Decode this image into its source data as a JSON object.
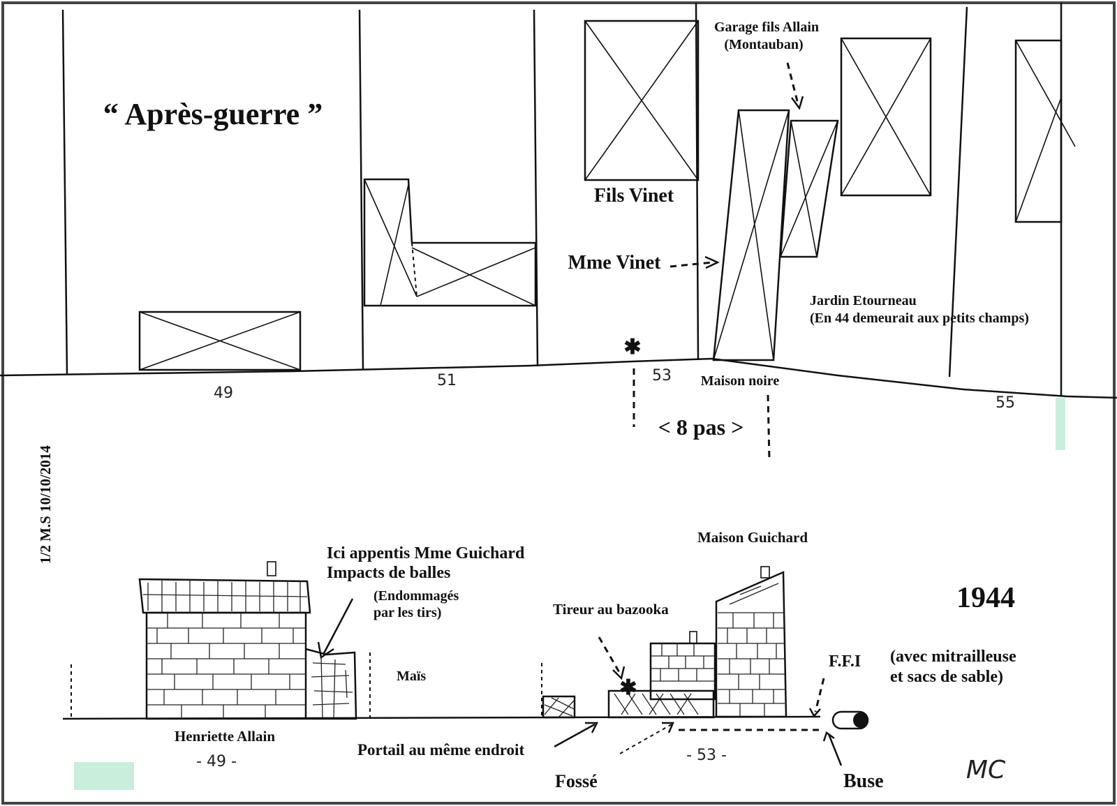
{
  "top": {
    "title": "“ Après-guerre ”",
    "house_numbers": [
      "49",
      "51",
      "53",
      "55"
    ],
    "fils_vinet": "Fils Vinet",
    "mme_vinet": "Mme Vinet",
    "garage": [
      "Garage fils Allain",
      "(Montauban)"
    ],
    "jardin": [
      "Jardin Etourneau",
      "(En 44 demeurait aux petits champs)"
    ],
    "maison_noire": "Maison noire",
    "distance": "< 8 pas >"
  },
  "side_label": "1/2 M.S 10/10/2014",
  "bottom": {
    "year": "1944",
    "maison_guichard": "Maison Guichard",
    "appentis": [
      "Ici appentis Mme Guichard",
      "Impacts de balles"
    ],
    "endommages": [
      "(Endommagés",
      "par les tirs)"
    ],
    "mais": "Maïs",
    "tireur": "Tireur au bazooka",
    "ffi": "F.F.I",
    "mitrailleuse": [
      "(avec mitrailleuse",
      "et sacs de sable)"
    ],
    "henriette": "Henriette Allain",
    "number_49": "- 49 -",
    "number_53": "- 53 -",
    "portail": "Portail au même endroit",
    "fosse": "Fossé",
    "buse": "Buse",
    "signature": "MC"
  },
  "colors": {
    "ink": "#111111",
    "tape": "#c9efdc"
  }
}
